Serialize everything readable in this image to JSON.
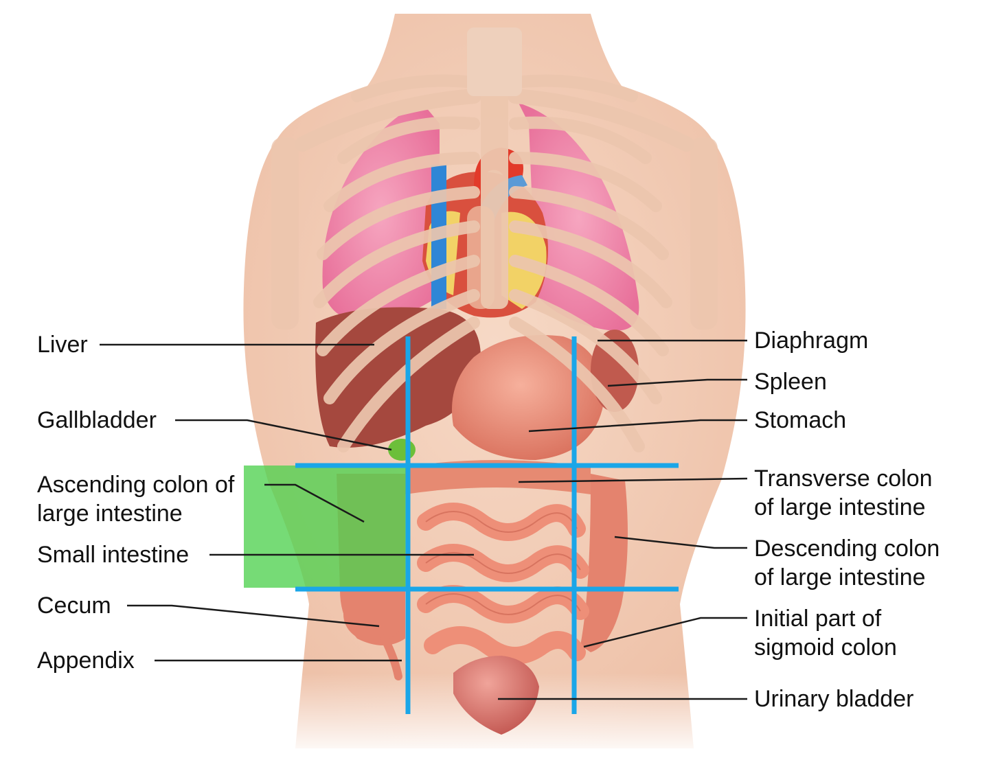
{
  "labels": {
    "left": {
      "liver": "Liver",
      "gallbladder": "Gallbladder",
      "ascending_colon": [
        "Ascending colon of",
        "large intestine"
      ],
      "small_intestine": "Small intestine",
      "cecum": "Cecum",
      "appendix": "Appendix"
    },
    "right": {
      "diaphragm": "Diaphragm",
      "spleen": "Spleen",
      "stomach": "Stomach",
      "transverse_colon": [
        "Transverse colon",
        "of large intestine"
      ],
      "descending_colon": [
        "Descending colon",
        "of large intestine"
      ],
      "sigmoid_colon": [
        "Initial part of",
        "sigmoid colon"
      ],
      "urinary_bladder": "Urinary bladder"
    }
  },
  "overlay": {
    "grid_line_color": "#1aa6e8",
    "highlight_color": "#4fd14f",
    "highlighted_region": "right lumbar region"
  },
  "colors": {
    "skin": "#f3cdb8",
    "ribs": "#e9c2a8",
    "lungs": "#f08aa8",
    "heart": "#d94a3a",
    "liver": "#a5483e",
    "stomach": "#e8826e",
    "intestine": "#ee8f78",
    "bladder": "#d06a62",
    "artery": "#e23a2a",
    "vein": "#2f86d6"
  }
}
